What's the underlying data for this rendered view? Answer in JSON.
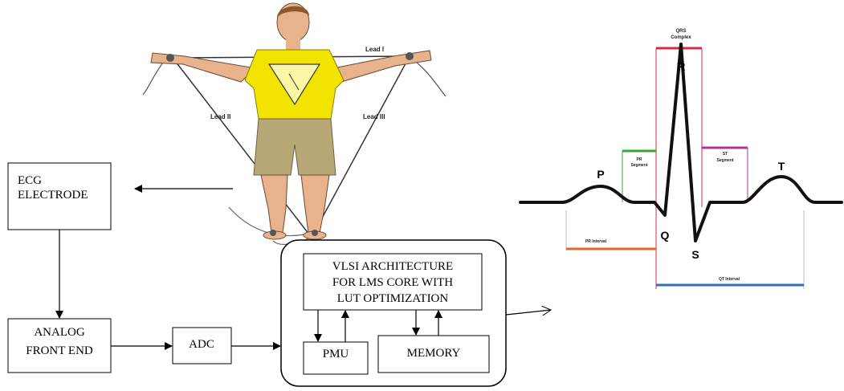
{
  "figure": {
    "ecg_electrode": [
      "ECG",
      "ELECTRODE"
    ],
    "analog_front_end": [
      "ANALOG",
      "FRONT END"
    ],
    "adc": "ADC",
    "vlsi": [
      "VLSI ARCHITECTURE",
      "FOR LMS CORE WITH",
      "LUT OPTIMIZATION"
    ],
    "pmu": "PMU",
    "memory": "MEMORY"
  },
  "body_figure": {
    "lead_1": "Lead I",
    "lead_2": "Lead II",
    "lead_3": "Lead III",
    "shirt_color": "#f2e400",
    "shorts_color": "#b9a877",
    "skin_color": "#e8b28c"
  },
  "ecg_wave": {
    "peaks": {
      "p": "P",
      "q": "Q",
      "r": "R",
      "s": "S",
      "t": "T"
    },
    "segments": {
      "qrs": [
        "QRS",
        "Complex"
      ],
      "pr_segment": [
        "PR",
        "Segment"
      ],
      "st_segment": [
        "ST",
        "Segment"
      ],
      "pr_interval": "PR Interval",
      "qt_interval": "QT Interval"
    },
    "colors": {
      "qrs": "#d92b4a",
      "pr_segment": "#3aa63a",
      "st_segment": "#b0339e",
      "pr_interval": "#e06a2c",
      "qt_interval": "#2e6fc4"
    }
  }
}
